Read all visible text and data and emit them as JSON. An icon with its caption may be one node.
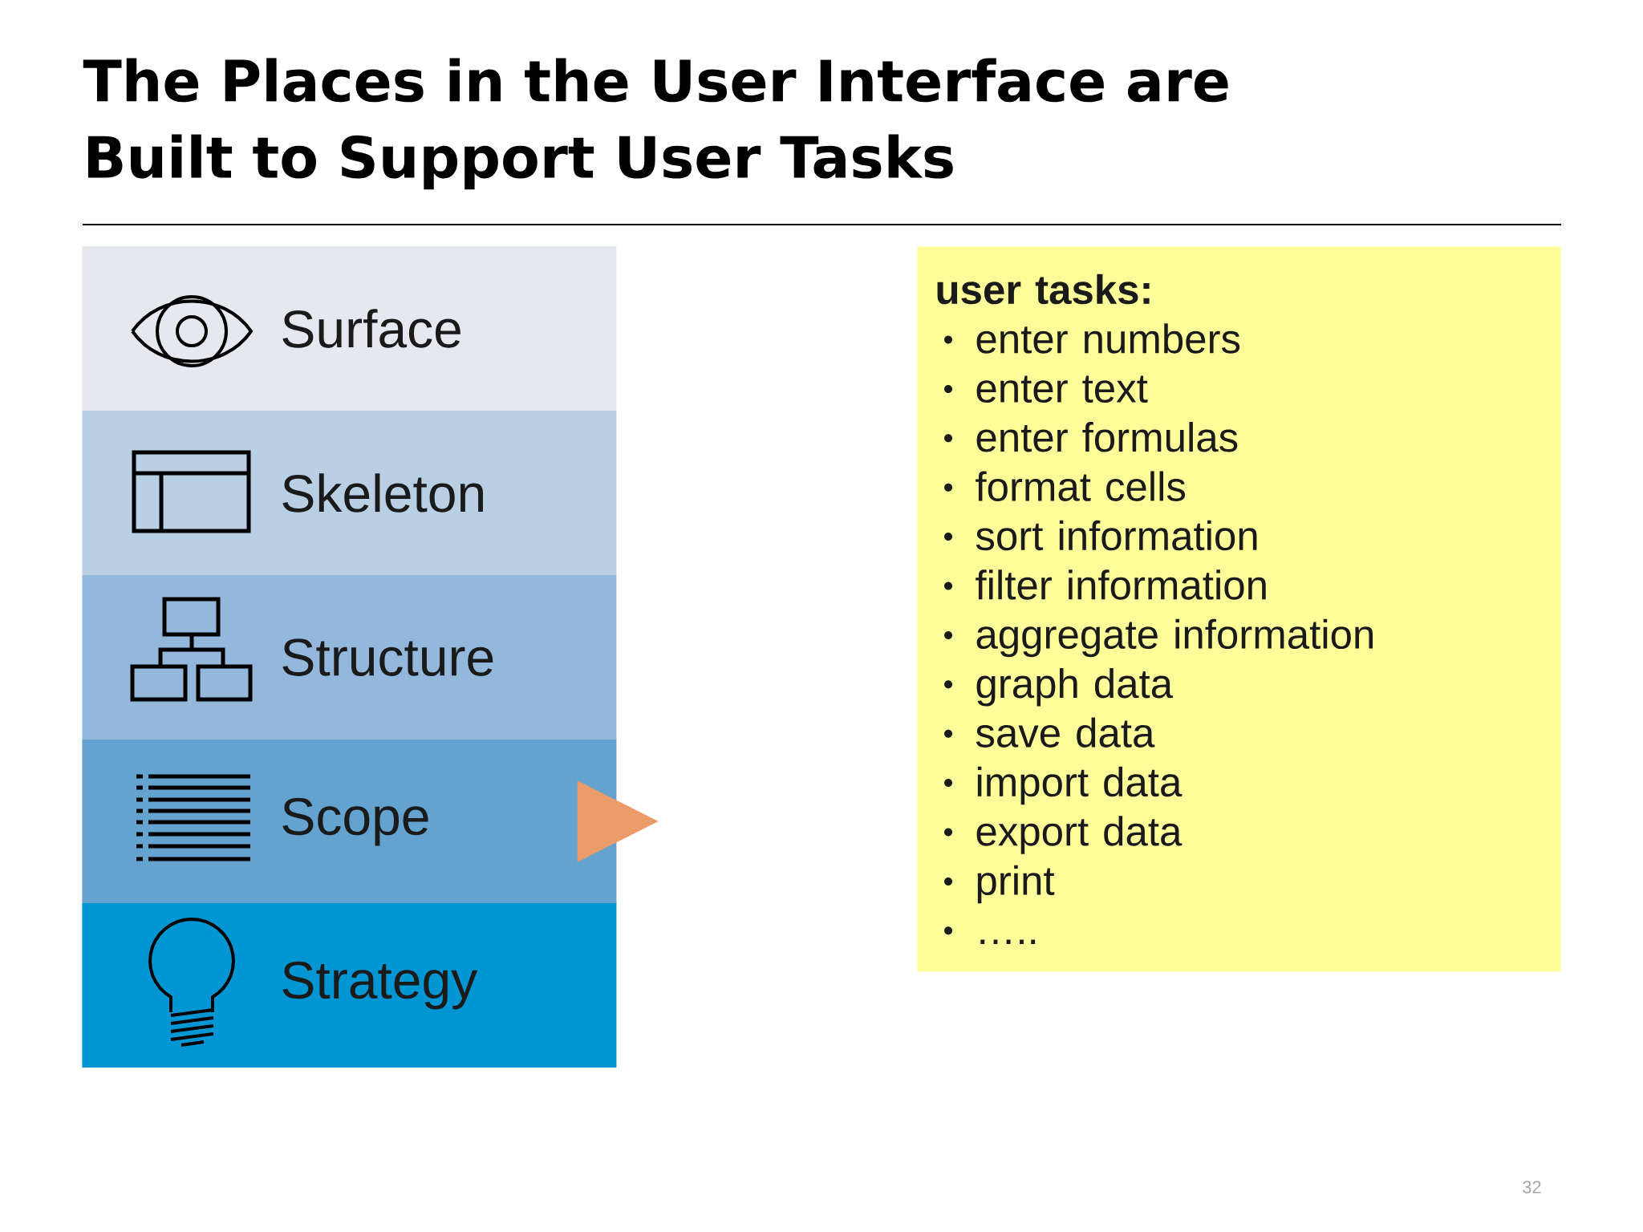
{
  "diagram": {
    "title": "The Places in the User Interface are Built to Support User Tasks",
    "nodes": [
      {
        "text": [
          "Surface"
        ]
      },
      {
        "text": [
          "Skeleton"
        ]
      },
      {
        "text": [
          "Structure"
        ]
      },
      {
        "text": [
          "Scope"
        ]
      },
      {
        "text": [
          "Strategy"
        ]
      },
      {
        "text": [
          "user tasks:",
          "enter numbers",
          "enter text",
          "enter formulas",
          "format cells",
          "sort information",
          "filter information",
          "aggregate information",
          "graph data",
          "save data",
          "import data",
          "export data",
          "print",
          "….."
        ]
      },
      {
        "text": [],
        "shape": "triangle"
      }
    ],
    "labels": [
      "32"
    ]
  }
}
